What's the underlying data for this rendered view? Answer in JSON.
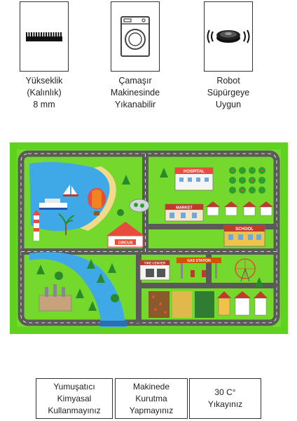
{
  "features": [
    {
      "icon": "pile-height-icon",
      "lines": [
        "Yükseklik",
        "(Kalınlık)",
        "8 mm"
      ]
    },
    {
      "icon": "washing-machine-icon",
      "lines": [
        "Çamaşır",
        "Makinesinde",
        "Yıkanabilir"
      ]
    },
    {
      "icon": "robot-vacuum-icon",
      "lines": [
        "Robot",
        "Süpürgeye",
        "Uygun"
      ]
    }
  ],
  "rug": {
    "signs": {
      "hospital": "HOSPITAL",
      "market": "MARKET",
      "school": "SCHOOL",
      "circus": "CIRCUS",
      "tire_center": "TIRE CENTER",
      "gas_station": "GAS STATION"
    },
    "colors": {
      "grass": "#74d92c",
      "road": "#5a5a5a",
      "water": "#3fa9e8",
      "border": "#5fd11f"
    }
  },
  "care": [
    {
      "lines": [
        "Yumuşatıcı",
        "Kimyasal",
        "Kullanmayınız"
      ]
    },
    {
      "lines": [
        "Makinede",
        "Kurutma",
        "Yapmayınız"
      ]
    },
    {
      "lines": [
        "30 C°",
        "Yıkayınız"
      ]
    }
  ]
}
